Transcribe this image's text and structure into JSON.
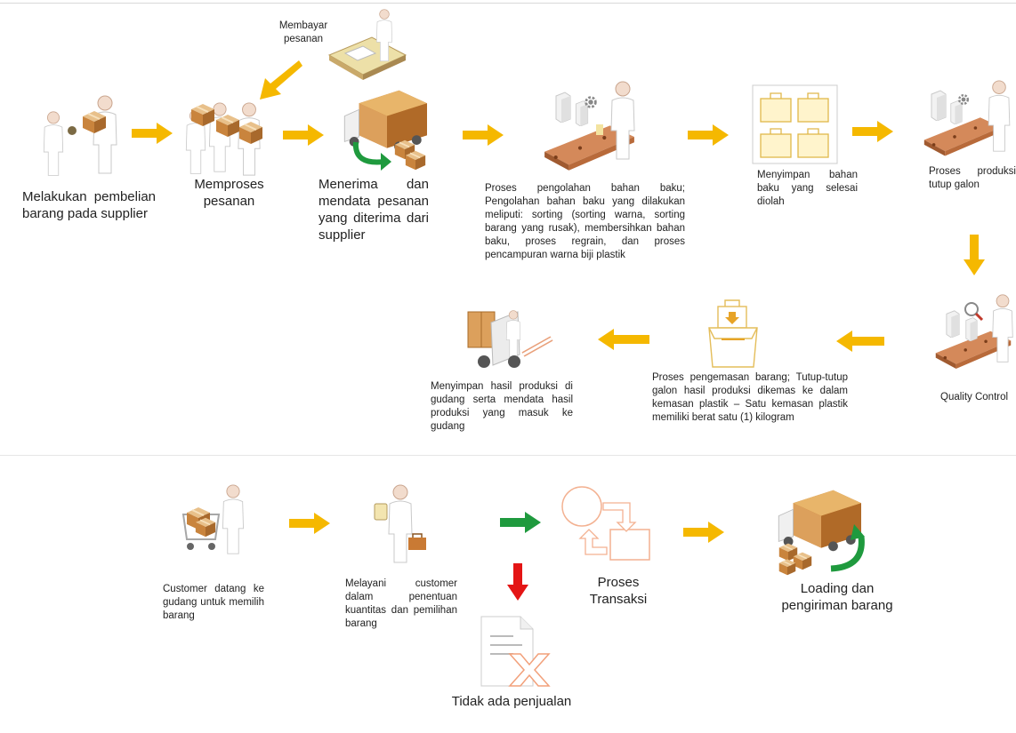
{
  "colors": {
    "arrow": "#f5b800",
    "arrow_green": "#1f9a3e",
    "arrow_red": "#e41515",
    "box": "#d9a86b",
    "box_dark": "#a86b2a",
    "person": "#f0dcd0",
    "conveyor": "#c9845a",
    "outline": "#f4a378"
  },
  "steps": {
    "pay": {
      "label": "Membayar pesanan",
      "icon": "person-paying-icon"
    },
    "purchase": {
      "label": "Melakukan pembelian barang pada supplier",
      "icon": "person-with-box-icon"
    },
    "process_order": {
      "label": "Memproses pesanan",
      "icon": "people-with-boxes-icon"
    },
    "receive": {
      "label": "Menerima dan mendata pesanan yang diterima dari supplier",
      "icon": "delivery-truck-icon"
    },
    "raw_process": {
      "label": "Proses pengolahan bahan baku; Pengolahan bahan baku yang dilakukan meliputi: sorting (sorting warna, sorting barang yang rusak), membersihkan bahan baku, proses regrain, dan proses pencampuran warna biji plastik",
      "icon": "conveyor-worker-icon"
    },
    "store_raw": {
      "label": "Menyimpan bahan baku yang selesai diolah",
      "icon": "storage-bags-icon"
    },
    "produce_caps": {
      "label": "Proses produksi tutup galon",
      "icon": "production-line-icon"
    },
    "quality_control": {
      "label": "Quality Control",
      "icon": "inspection-icon"
    },
    "packaging": {
      "label": "Proses pengemasan barang; Tutup-tutup galon hasil produksi dikemas ke dalam kemasan plastik – Satu kemasan plastik memiliki berat satu (1) kilogram",
      "icon": "package-bag-icon"
    },
    "warehouse": {
      "label": "Menyimpan hasil produksi di gudang serta mendata hasil produksi yang masuk ke gudang",
      "icon": "forklift-icon"
    },
    "customer": {
      "label": "Customer datang ke gudang untuk memilih barang",
      "icon": "customer-cart-icon"
    },
    "serve": {
      "label": "Melayani customer dalam penentuan kuantitas dan pemilihan barang",
      "icon": "salesperson-icon"
    },
    "transaction": {
      "label": "Proses Transaksi",
      "icon": "transaction-cycle-icon"
    },
    "shipping": {
      "label": "Loading dan pengiriman barang",
      "icon": "loading-truck-icon"
    },
    "no_sale": {
      "label": "Tidak ada penjualan",
      "icon": "cancelled-document-icon"
    }
  }
}
